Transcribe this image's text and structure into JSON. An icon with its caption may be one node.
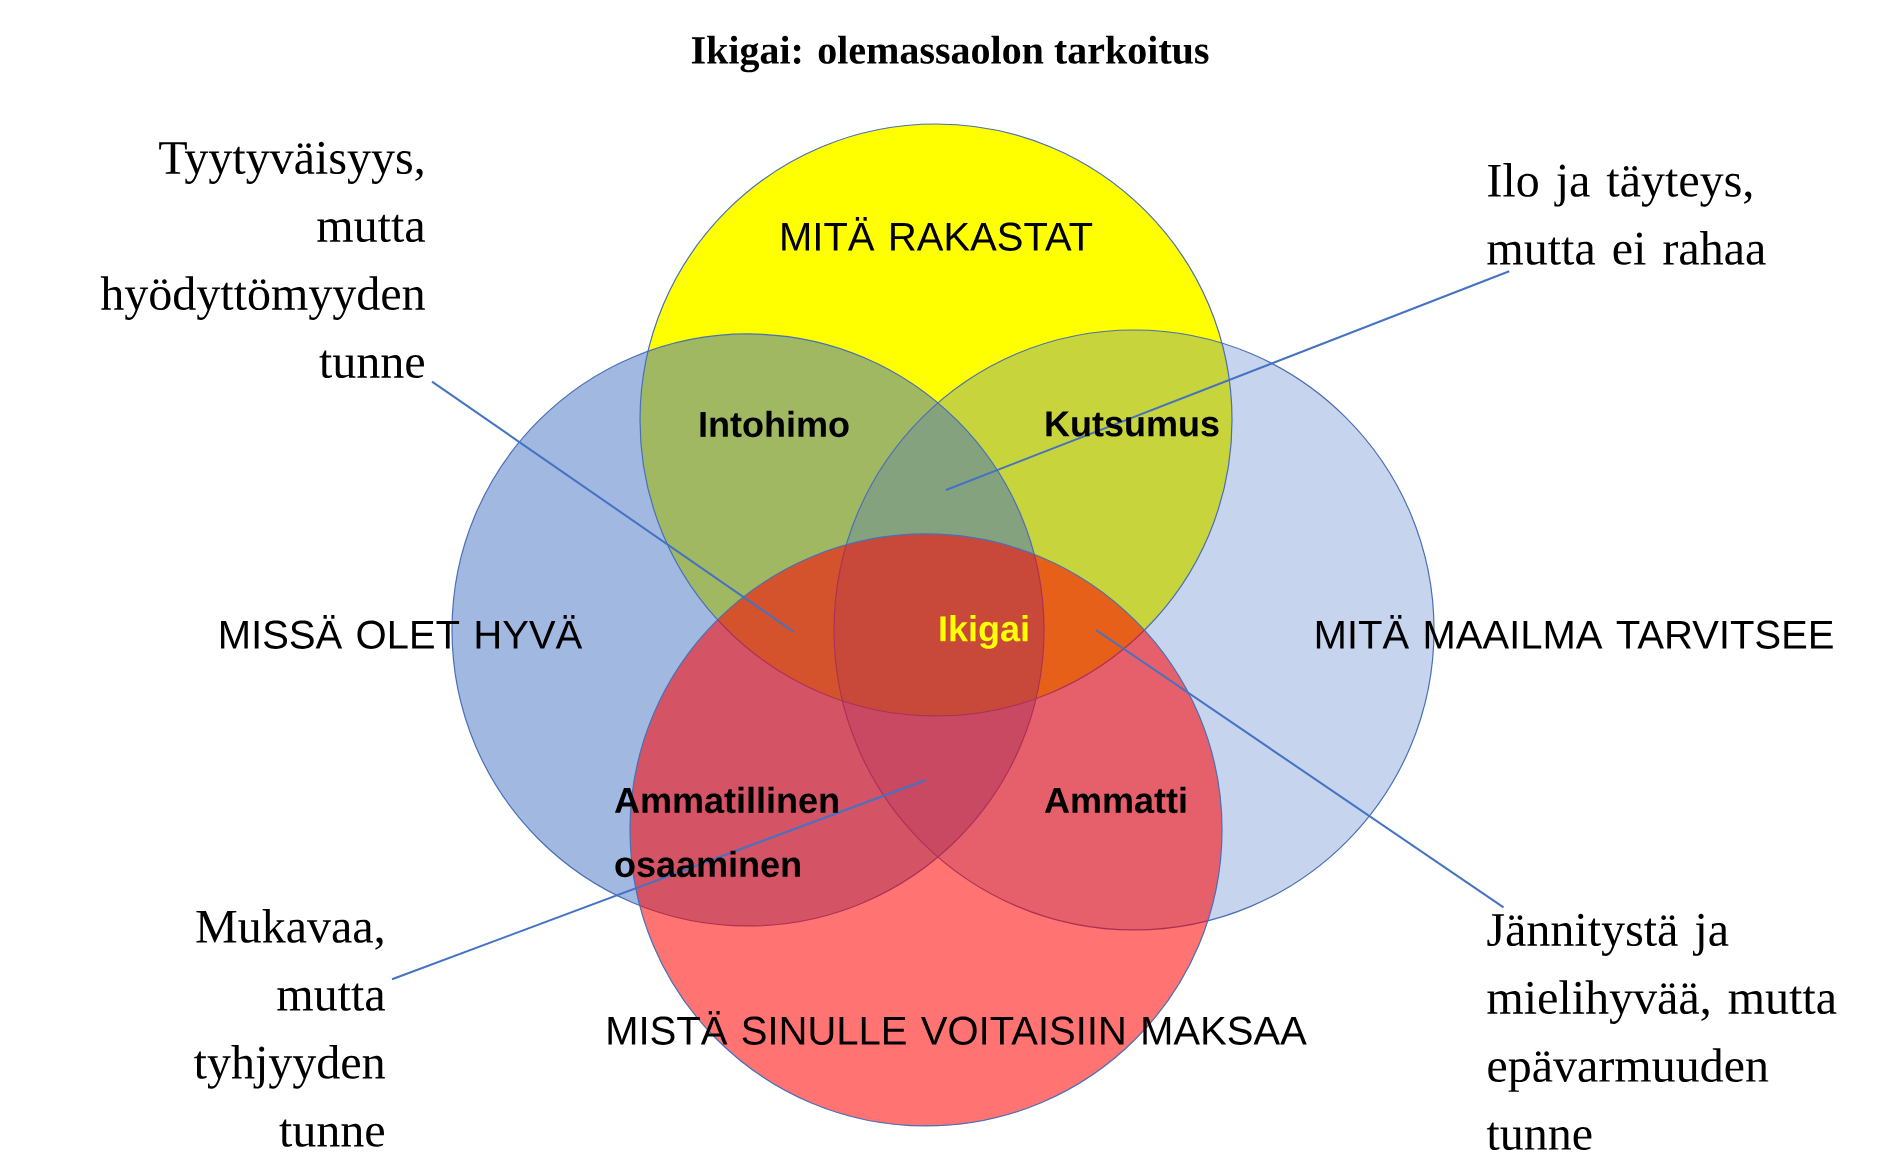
{
  "diagram": {
    "title": "Ikigai: olemassaolon tarkoitus",
    "nodes": [
      {
        "text": [
          "MITÄ RAKASTAT"
        ]
      },
      {
        "text": [
          "MISSÄ OLET HYVÄ"
        ]
      },
      {
        "text": [
          "MITÄ MAAILMA TARVITSEE"
        ]
      },
      {
        "text": [
          "MISTÄ SINULLE VOITAISIIN MAKSAA"
        ]
      },
      {
        "text": [
          "Tyytyväisyys, mutta hyödyttömyyden tunne"
        ]
      },
      {
        "text": [
          "Ilo ja täyteys, mutta ei rahaa"
        ]
      },
      {
        "text": [
          "Mukavaa, mutta tyhjyyden tunne"
        ]
      },
      {
        "text": [
          "Jännitystä ja mielihyvää, mutta epävarmuuden tunne"
        ]
      }
    ],
    "edges": [
      {
        "from": 4,
        "to": 0,
        "arrow": "none"
      },
      {
        "from": 5,
        "to": 0,
        "arrow": "none"
      },
      {
        "from": 6,
        "to": 1,
        "arrow": "none"
      },
      {
        "from": 7,
        "to": 0,
        "arrow": "none"
      }
    ],
    "labels": [
      "Intohimo",
      "Kutsumus",
      "Ikigai",
      "Ammatillinen osaaminen",
      "Ammatti"
    ]
  }
}
